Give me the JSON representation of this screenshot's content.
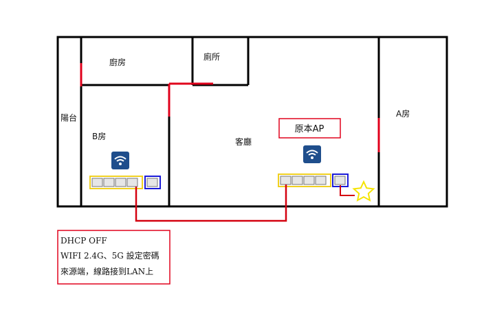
{
  "rooms": {
    "balcony": "陽台",
    "kitchen": "廚房",
    "toilet": "廁所",
    "room_b": "B房",
    "living": "客廳",
    "room_a": "A房"
  },
  "original_ap_label": "原本AP",
  "note": {
    "lines": [
      "DHCP OFF",
      "WIFI 2.4G、5G 設定密碼",
      "來源端，線路接到LAN上"
    ]
  },
  "colors": {
    "wall": "#000000",
    "door": "#e0001b",
    "cable": "#d4000f",
    "lan_ports": "#f0d020",
    "wan_port": "#1a1ad8",
    "wifi_icon_bg": "#1f4e8c",
    "star": "#f5e400"
  },
  "icons": [
    "wifi-icon",
    "ethernet-port-icon",
    "star-icon"
  ]
}
